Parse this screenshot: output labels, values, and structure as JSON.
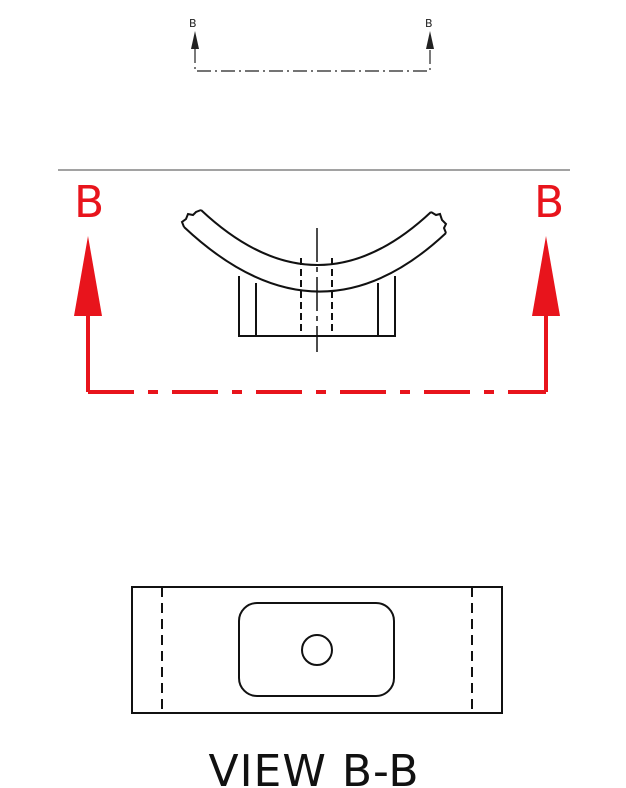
{
  "small_section": {
    "left_label": "B",
    "right_label": "B"
  },
  "red_section": {
    "left_label": "B",
    "right_label": "B",
    "color": "#e8141c"
  },
  "view": {
    "title": "VIEW B-B"
  },
  "colors": {
    "line": "#111111",
    "section": "#e8141c"
  }
}
